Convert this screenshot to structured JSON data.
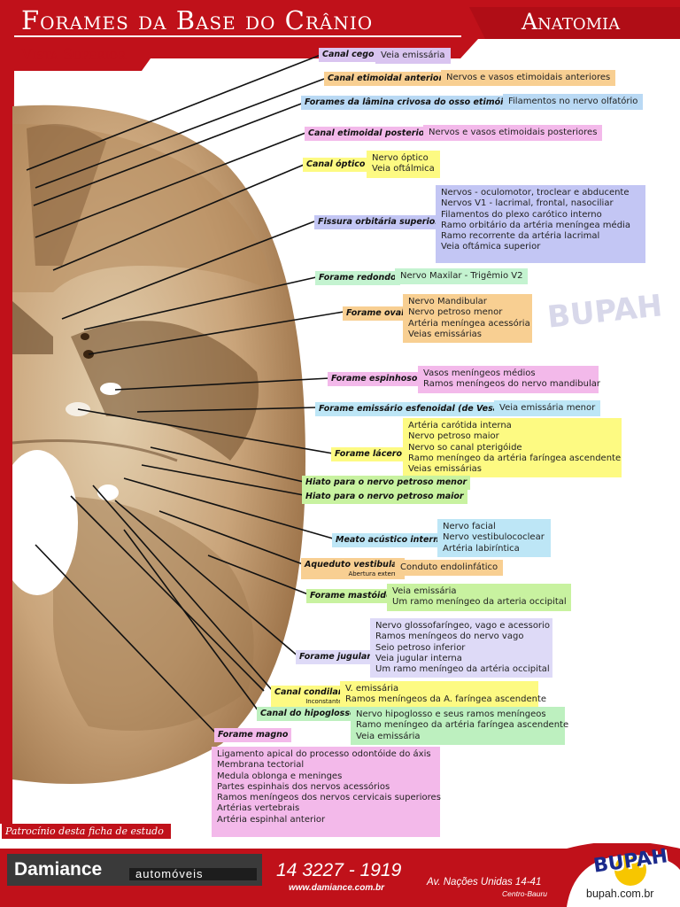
{
  "header": {
    "title": "Forames da Base do Crânio",
    "subject": "Anatomia",
    "subtitle": "Vista Superior"
  },
  "foramina": [
    {
      "name": "Canal cego",
      "content": "Veia emissária"
    },
    {
      "name": "Canal etimoidal anterior",
      "content": "Nervos e vasos etimoidais anteriores"
    },
    {
      "name": "Forames da lâmina crivosa do osso etimóide",
      "content": "Filamentos no nervo olfatório"
    },
    {
      "name": "Canal etimoidal posterior",
      "content": "Nervos e vasos etimoidais posteriores"
    },
    {
      "name": "Canal óptico",
      "content": [
        "Nervo óptico",
        "Veia oftálmica"
      ]
    },
    {
      "name": "Fissura orbitária superior",
      "content": [
        "Nervos - oculomotor, troclear e abducente",
        "Nervos V1 - lacrimal, frontal, nasociliar",
        "Filamentos do plexo carótico interno",
        "Ramo orbitário da artéria meníngea média",
        "Ramo recorrente da artéria lacrimal",
        "Veia oftámica superior"
      ]
    },
    {
      "name": "Forame redondo",
      "content": "Nervo Maxilar -  Trigêmio V2"
    },
    {
      "name": "Forame oval",
      "content": [
        "Nervo Mandibular",
        "Nervo petroso menor",
        "Artéria meníngea acessória",
        "Veias emissárias"
      ]
    },
    {
      "name": "Forame espinhoso",
      "content": [
        "Vasos meníngeos médios",
        "Ramos meníngeos do nervo mandibular"
      ]
    },
    {
      "name": "Forame emissário esfenoidal (de Vesalio)",
      "content": "Veia emissária menor"
    },
    {
      "name": "Forame lácero",
      "content": [
        "Artéria carótida interna",
        "Nervo petroso maior",
        "Nervo so canal pterigóide",
        "Ramo meníngeo da artéria faríngea ascendente",
        "Veias emissárias"
      ]
    },
    {
      "name": "Hiato para o nervo petroso menor",
      "content": ""
    },
    {
      "name": "Hiato para o nervo petroso maior",
      "content": ""
    },
    {
      "name": "Meato acústico interno",
      "content": [
        "Nervo facial",
        "Nervo vestibulococlear",
        "Artéria labiríntica"
      ]
    },
    {
      "name": "Aqueduto vestibular",
      "note": "Abertura externa",
      "content": "Conduto endolinfático"
    },
    {
      "name": "Forame mastóide",
      "content": [
        "Veia emissária",
        "Um ramo meníngeo da arteria occipital"
      ]
    },
    {
      "name": "Forame jugular",
      "content": [
        "Nervo glossofaríngeo, vago e acessorio",
        "Ramos meníngeos do nervo vago",
        "Seio petroso inferior",
        "Veia jugular interna",
        "Um ramo meníngeo da artéria occipital"
      ]
    },
    {
      "name": "Canal condilar",
      "note": "Inconstante",
      "content": [
        "V. emissária",
        "Ramos meníngeos da A. faríngea ascendente"
      ]
    },
    {
      "name": "Canal do hipoglosso",
      "content": [
        "Nervo hipoglosso e seus ramos meníngeos",
        "Ramo meníngeo da artéria faríngea ascendente",
        "Veia emissária"
      ]
    },
    {
      "name": "Forame magno",
      "content": [
        "Ligamento apical do processo odontóide do áxis",
        "Membrana tectorial",
        "Medula oblonga e meninges",
        "Partes espinhais dos nervos acessórios",
        "Ramos meníngeos dos nervos cervicais superiores",
        "Artérias vertebrais",
        "Artéria espinhal anterior"
      ]
    }
  ],
  "watermark": "BUPAH",
  "footer": {
    "sponsor_label": "Patrocínio desta ficha de estudo",
    "brand": "Damiance",
    "brand_sub": "automóveis",
    "phone": "14 3227 - 1919",
    "website": "www.damiance.com.br",
    "address": "Av. Nações Unidas 14-41",
    "city": "Centro-Bauru",
    "logo": "BUPAH",
    "logo_site": "bupah.com.br"
  },
  "colors": {
    "brand_red": "#c0111a",
    "bone": "#c8a880",
    "dark_bone": "#6e4a28"
  }
}
